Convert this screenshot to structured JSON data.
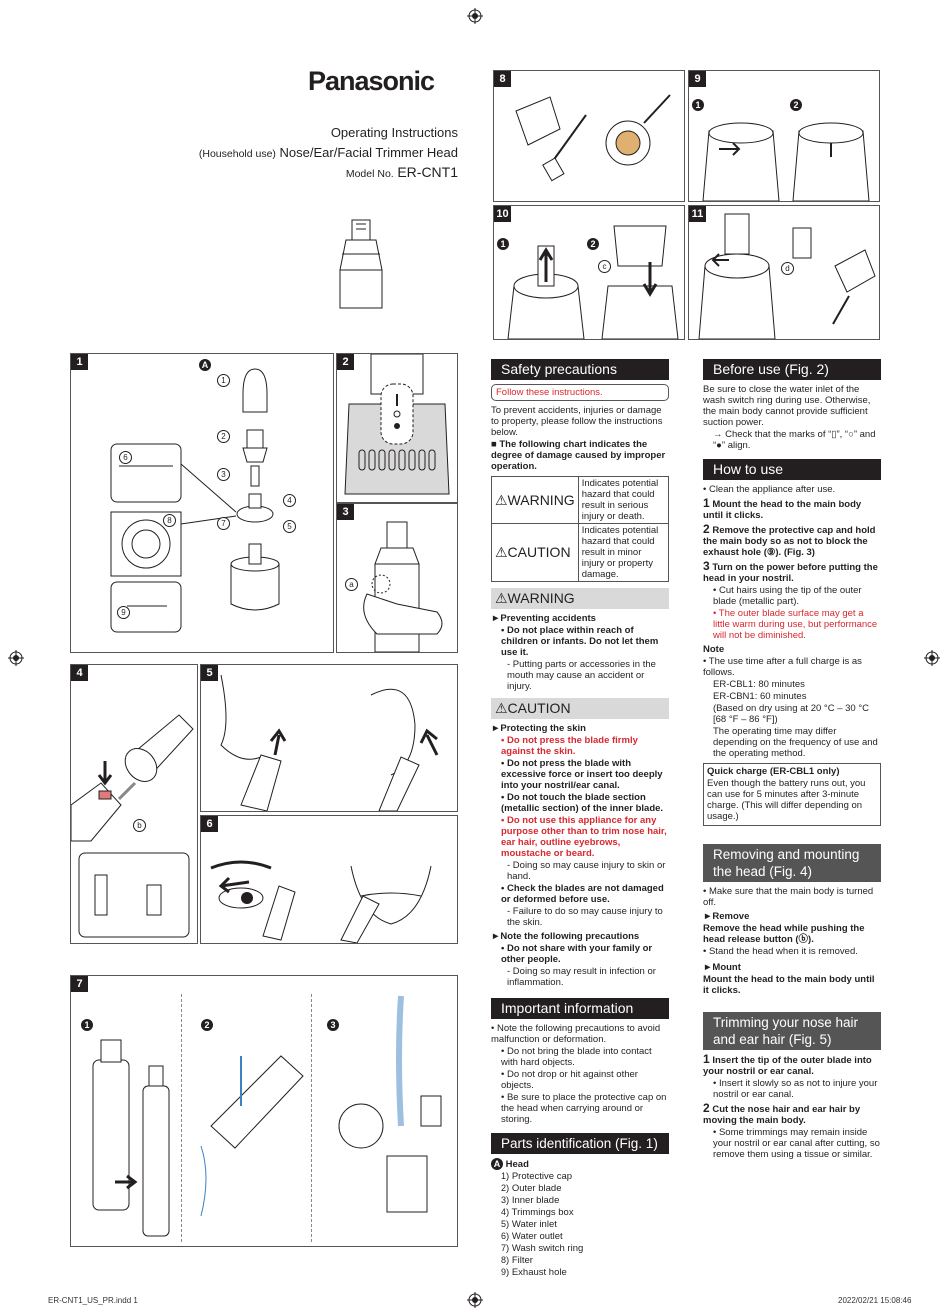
{
  "brand": "Panasonic",
  "header": {
    "title": "Operating Instructions",
    "prefix": "(Household use)",
    "product": "Nose/Ear/Facial Trimmer Head",
    "model_label": "Model No.",
    "model": "ER-CNT1"
  },
  "figs": {
    "f1": "1",
    "f2": "2",
    "f3": "3",
    "f4": "4",
    "f5": "5",
    "f6": "6",
    "f7": "7",
    "f8": "8",
    "f9": "9",
    "f10": "10",
    "f11": "11"
  },
  "callouts": {
    "A": "A",
    "n1": "1",
    "n2": "2",
    "n3": "3",
    "n4": "4",
    "n5": "5",
    "n6": "6",
    "n7": "7",
    "n8": "8",
    "n9": "9",
    "a": "a",
    "b": "b",
    "c": "c",
    "d": "d",
    "s1": "1",
    "s2": "2",
    "s3": "3"
  },
  "safety": {
    "title": "Safety precautions",
    "follow": "Follow these instructions.",
    "intro": "To prevent accidents, injuries or damage to property, please follow the instructions below.",
    "chart_note": "■ The following chart indicates the degree of damage caused by improper operation.",
    "warning_label": "⚠WARNING",
    "warning_desc": "Indicates potential hazard that could result in serious injury or death.",
    "caution_label": "⚠CAUTION",
    "caution_desc": "Indicates potential hazard that could result in minor injury or property damage.",
    "warning_title": "⚠WARNING",
    "w_prevent": "►Preventing accidents",
    "w_1": "• Do not place within reach of children or infants. Do not let them use it.",
    "w_1a": "- Putting parts or accessories in the mouth may cause an accident or injury.",
    "caution_title": "⚠CAUTION",
    "c_protect": "►Protecting the skin",
    "c_1": "• Do not press the blade firmly against the skin.",
    "c_2": "• Do not press the blade with excessive force or insert too deeply into your nostril/ear canal.",
    "c_3": "• Do not touch the blade section (metallic section) of the inner blade.",
    "c_4": "• Do not use this appliance for any purpose other than to trim nose hair, ear hair, outline eyebrows, moustache or beard.",
    "c_4a": "- Doing so may cause injury to skin or hand.",
    "c_5": "• Check the blades are not damaged or deformed before use.",
    "c_5a": "- Failure to do so may cause injury to the skin.",
    "c_note": "►Note the following precautions",
    "c_6": "• Do not share with your family or other people.",
    "c_6a": "- Doing so may result in infection or inflammation."
  },
  "important": {
    "title": "Important information",
    "i_0": "• Note the following precautions to avoid malfunction or deformation.",
    "i_1": "• Do not bring the blade into contact with hard objects.",
    "i_2": "• Do not drop or hit against other objects.",
    "i_3": "• Be sure to place the protective cap on the head when carrying around or storing."
  },
  "parts": {
    "title": "Parts identification (Fig. 1)",
    "head": "Head",
    "items": [
      "Protective cap",
      "Outer blade",
      "Inner blade",
      "Trimmings box",
      "Water inlet",
      "Water outlet",
      "Wash switch ring",
      "Filter",
      "Exhaust hole"
    ]
  },
  "before": {
    "title": "Before use (Fig. 2)",
    "text": "Be sure to close the water inlet of the wash switch ring during use. Otherwise, the main body cannot provide sufficient suction power.",
    "check": "→ Check that the marks of “▯”, “○” and “●” align."
  },
  "how": {
    "title": "How to use",
    "clean": "• Clean the appliance after use.",
    "s1": "Mount the head to the main body until it clicks.",
    "s2": "Remove the protective cap and hold the main body so as not to block the exhaust hole (⑨). (Fig. 3)",
    "s3": "Turn on the power before putting the head in your nostril.",
    "s3a": "• Cut hairs using the tip of the outer blade (metallic part).",
    "s3b": "• The outer blade surface may get a little warm during use, but performance will not be diminished.",
    "note": "Note",
    "n1": "• The use time after a full charge is as follows.",
    "n2": "ER-CBL1: 80 minutes",
    "n3": "ER-CBN1: 60 minutes",
    "n4": "(Based on dry using at 20 °C – 30 °C [68 °F – 86 °F])",
    "n5": "The operating time may differ depending on the frequency of use and the operating method.",
    "q_title": "Quick charge (ER-CBL1 only)",
    "q_text": "Even though the battery runs out, you can use for 5 minutes after 3-minute charge. (This will differ depending on usage.)"
  },
  "removing": {
    "title": "Removing and mounting the head (Fig. 4)",
    "t0": "• Make sure that the main body is turned off.",
    "r_head": "►Remove",
    "r_text": "Remove the head while pushing the head release button (ⓑ).",
    "r_note": "• Stand the head when it is removed.",
    "m_head": "►Mount",
    "m_text": "Mount the head to the main body until it clicks."
  },
  "trimming": {
    "title": "Trimming your nose hair and ear hair (Fig. 5)",
    "s1": "Insert the tip of the outer blade into your nostril or ear canal.",
    "s1a": "• Insert it slowly so as not to injure your nostril or ear canal.",
    "s2": "Cut the nose hair and ear hair by moving the main body.",
    "s2a": "• Some trimmings may remain inside your nostril or ear canal after cutting, so remove them using a tissue or similar."
  },
  "footer": {
    "left": "ER-CNT1_US_PR.indd   1",
    "right": "2022/02/21   15:08:46"
  }
}
